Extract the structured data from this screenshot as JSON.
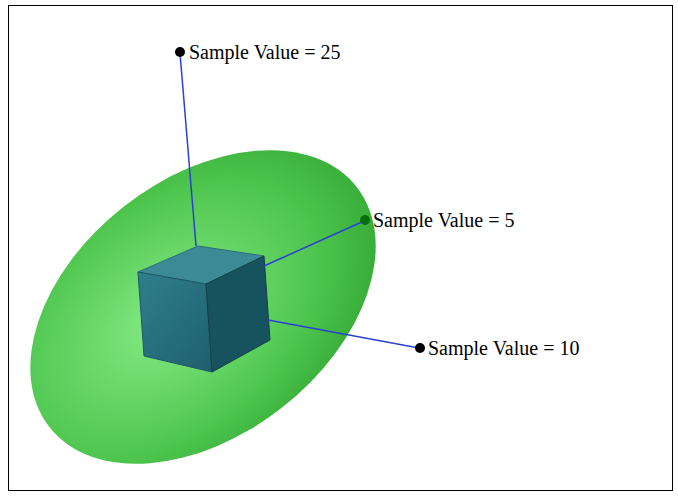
{
  "diagram": {
    "labels": [
      "Sample Value = 25",
      "Sample Value = 5",
      "Sample Value = 10"
    ]
  }
}
